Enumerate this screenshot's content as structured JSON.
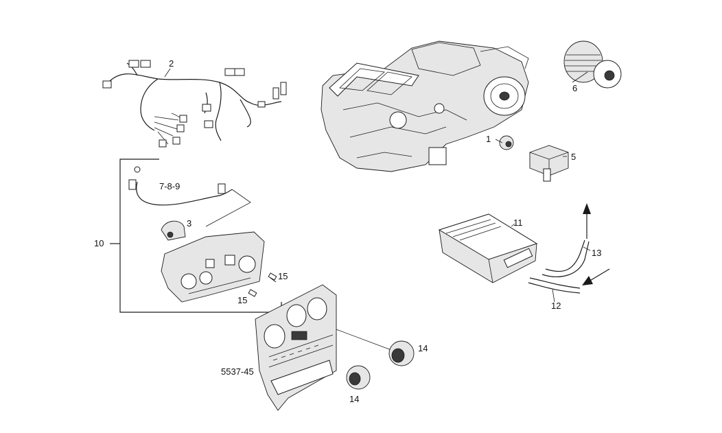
{
  "callouts": {
    "c1": "1",
    "c2": "2",
    "c3": "3",
    "c5": "5",
    "c6": "6",
    "c789": "7-8-9",
    "c10": "10",
    "c11": "11",
    "c12": "12",
    "c13": "13",
    "c14a": "14",
    "c14b": "14",
    "c15a": "15",
    "c15b": "15",
    "ref": "5537-45"
  }
}
